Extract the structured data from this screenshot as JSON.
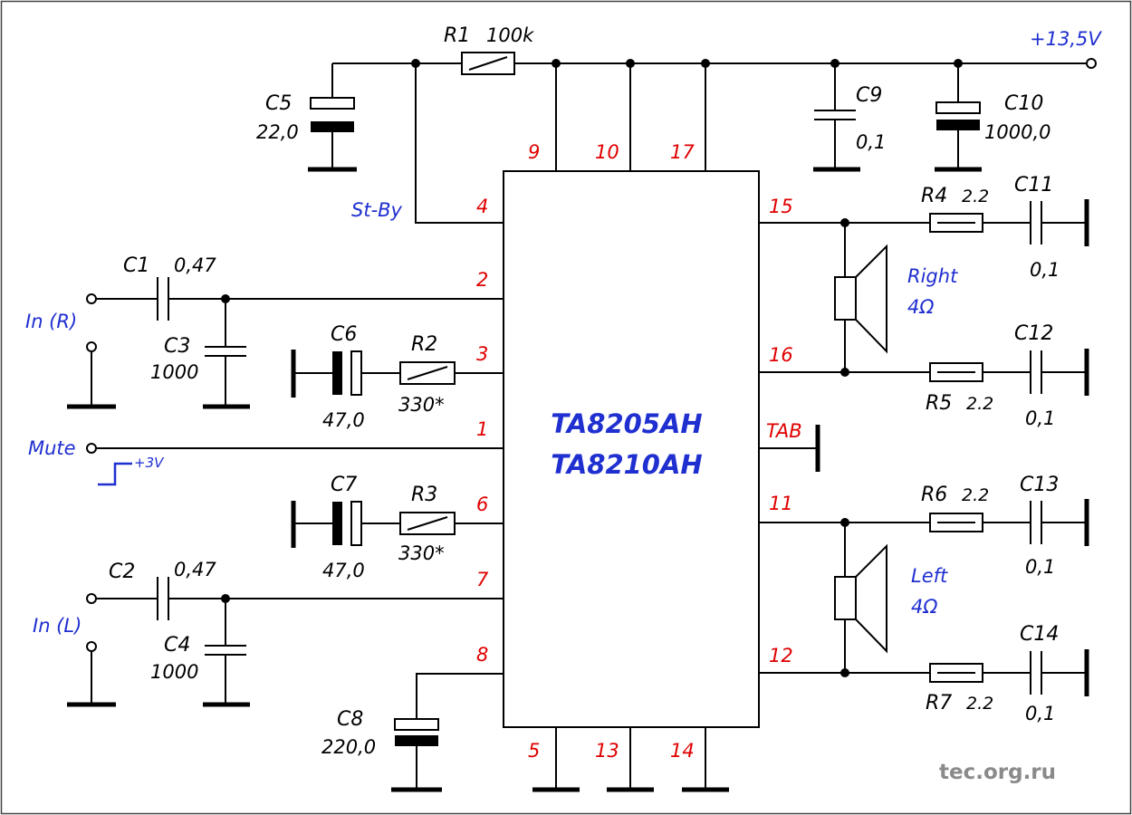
{
  "ic": {
    "name1": "TA8205AH",
    "name2": "TA8210AH"
  },
  "supply": {
    "label": "+13,5V"
  },
  "pins": {
    "p9": "9",
    "p10": "10",
    "p17": "17",
    "p4": "4",
    "p2": "2",
    "p3": "3",
    "p1": "1",
    "p6": "6",
    "p7": "7",
    "p8": "8",
    "p5": "5",
    "p13": "13",
    "p14": "14",
    "p15": "15",
    "p16": "16",
    "p11": "11",
    "p12": "12",
    "tab": "TAB"
  },
  "signals": {
    "standby": "St-By",
    "in_r": "In (R)",
    "in_l": "In (L)",
    "mute": "Mute",
    "mute_level": "+3V"
  },
  "speakers": {
    "right": {
      "name": "Right",
      "impedance": "4Ω"
    },
    "left": {
      "name": "Left",
      "impedance": "4Ω"
    }
  },
  "components": {
    "R1": {
      "ref": "R1",
      "value": "100k"
    },
    "R2": {
      "ref": "R2",
      "value": "330*"
    },
    "R3": {
      "ref": "R3",
      "value": "330*"
    },
    "R4": {
      "ref": "R4",
      "value": "2.2"
    },
    "R5": {
      "ref": "R5",
      "value": "2.2"
    },
    "R6": {
      "ref": "R6",
      "value": "2.2"
    },
    "R7": {
      "ref": "R7",
      "value": "2.2"
    },
    "C1": {
      "ref": "C1",
      "value": "0,47"
    },
    "C2": {
      "ref": "C2",
      "value": "0,47"
    },
    "C3": {
      "ref": "C3",
      "value": "1000"
    },
    "C4": {
      "ref": "C4",
      "value": "1000"
    },
    "C5": {
      "ref": "C5",
      "value": "22,0"
    },
    "C6": {
      "ref": "C6",
      "value": "47,0"
    },
    "C7": {
      "ref": "C7",
      "value": "47,0"
    },
    "C8": {
      "ref": "C8",
      "value": "220,0"
    },
    "C9": {
      "ref": "C9",
      "value": "0,1"
    },
    "C10": {
      "ref": "C10",
      "value": "1000,0"
    },
    "C11": {
      "ref": "C11",
      "value": "0,1"
    },
    "C12": {
      "ref": "C12",
      "value": "0,1"
    },
    "C13": {
      "ref": "C13",
      "value": "0,1"
    },
    "C14": {
      "ref": "C14",
      "value": "0,1"
    }
  },
  "watermark": "tec.org.ru",
  "colors": {
    "pin_labels": "#e00000",
    "signal_labels": "#1f2fd0",
    "watermark": "#8a8a8a",
    "frame": "#444444"
  }
}
